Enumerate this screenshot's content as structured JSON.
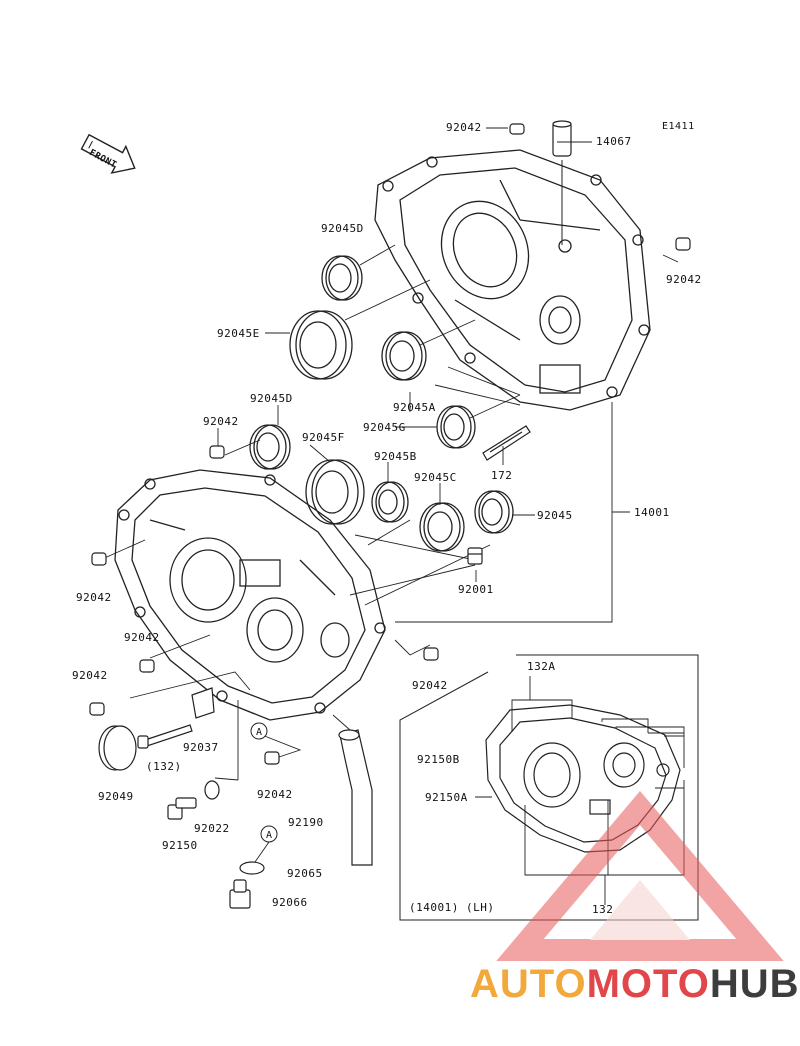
{
  "code": "E1411",
  "front_label": "FRONT",
  "callouts": {
    "circle_A": "A"
  },
  "parts": [
    {
      "key": "p92042_top",
      "text": "92042"
    },
    {
      "key": "p14067",
      "text": "14067"
    },
    {
      "key": "p92042_r",
      "text": "92042"
    },
    {
      "key": "p92045D_top",
      "text": "92045D"
    },
    {
      "key": "p92045E",
      "text": "92045E"
    },
    {
      "key": "p92045A",
      "text": "92045A"
    },
    {
      "key": "p92045G",
      "text": "92045G"
    },
    {
      "key": "p172",
      "text": "172"
    },
    {
      "key": "p92042_l1",
      "text": "92042"
    },
    {
      "key": "p92045D_mid",
      "text": "92045D"
    },
    {
      "key": "p92045F",
      "text": "92045F"
    },
    {
      "key": "p92045B",
      "text": "92045B"
    },
    {
      "key": "p92045C",
      "text": "92045C"
    },
    {
      "key": "p92045",
      "text": "92045"
    },
    {
      "key": "p14001",
      "text": "14001"
    },
    {
      "key": "p92042_l2",
      "text": "92042"
    },
    {
      "key": "p92001",
      "text": "92001"
    },
    {
      "key": "p92042_l3",
      "text": "92042"
    },
    {
      "key": "p92042_l4",
      "text": "92042"
    },
    {
      "key": "p92042_c",
      "text": "92042"
    },
    {
      "key": "p132A",
      "text": "132A"
    },
    {
      "key": "p92150B",
      "text": "92150B"
    },
    {
      "key": "p92150A",
      "text": "92150A"
    },
    {
      "key": "p92049",
      "text": "92049"
    },
    {
      "key": "p132_paren",
      "text": "(132)"
    },
    {
      "key": "p92037",
      "text": "92037"
    },
    {
      "key": "p92042_b",
      "text": "92042"
    },
    {
      "key": "p92022",
      "text": "92022"
    },
    {
      "key": "p92190",
      "text": "92190"
    },
    {
      "key": "p92150",
      "text": "92150"
    },
    {
      "key": "p92065",
      "text": "92065"
    },
    {
      "key": "p92066",
      "text": "92066"
    },
    {
      "key": "p14001LH",
      "text": "(14001)  (LH)"
    },
    {
      "key": "p132",
      "text": "132"
    }
  ],
  "watermark": {
    "part1": "AUTO",
    "part2": "MOTO",
    "part3": "HUB",
    "color1": "#f3a83c",
    "color2": "#e0464a",
    "color3": "#3d3d3d"
  }
}
